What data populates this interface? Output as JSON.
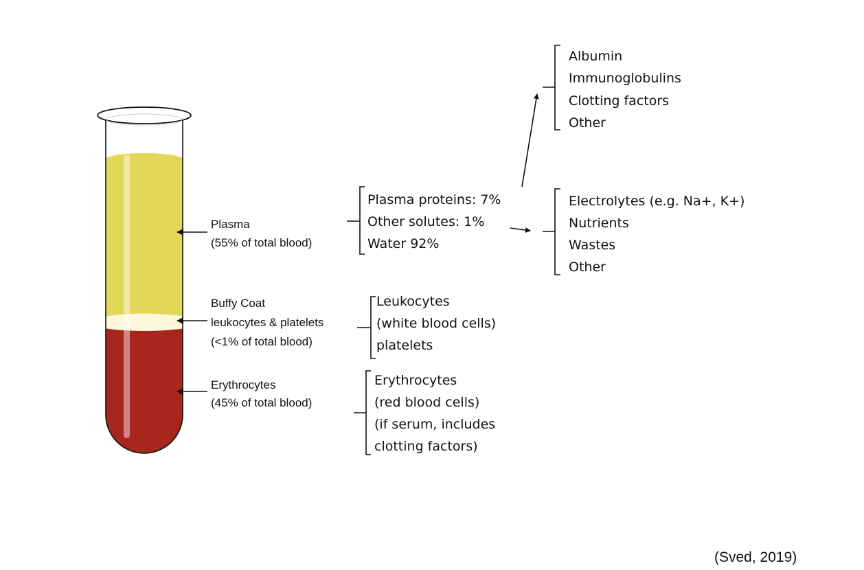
{
  "tube": {
    "colors": {
      "plasma": "#e3d75a",
      "buffy_coat": "#fdf8dc",
      "erythrocytes": "#a8261e"
    }
  },
  "tube_labels": {
    "plasma": [
      "Plasma",
      "(55% of total blood)"
    ],
    "buffy": [
      "Buffy Coat",
      "leukocytes & platelets",
      "(<1% of total blood)"
    ],
    "erythrocytes": [
      "Erythrocytes",
      "(45% of total blood)"
    ]
  },
  "plasma_components": [
    "Plasma proteins:  7%",
    "Other solutes: 1%",
    "Water 92%"
  ],
  "plasma_proteins": [
    "Albumin",
    "Immunoglobulins",
    "Clotting factors",
    "Other"
  ],
  "other_solutes": [
    "Electrolytes (e.g. Na+, K+)",
    "Nutrients",
    "Wastes",
    "Other"
  ],
  "buffy_components": [
    "Leukocytes",
    "(white blood cells)",
    "platelets"
  ],
  "erythrocyte_components": [
    "Erythrocytes",
    "(red blood cells)",
    "(if serum, includes",
    "clotting factors)"
  ],
  "citation": "(Sved, 2019)"
}
